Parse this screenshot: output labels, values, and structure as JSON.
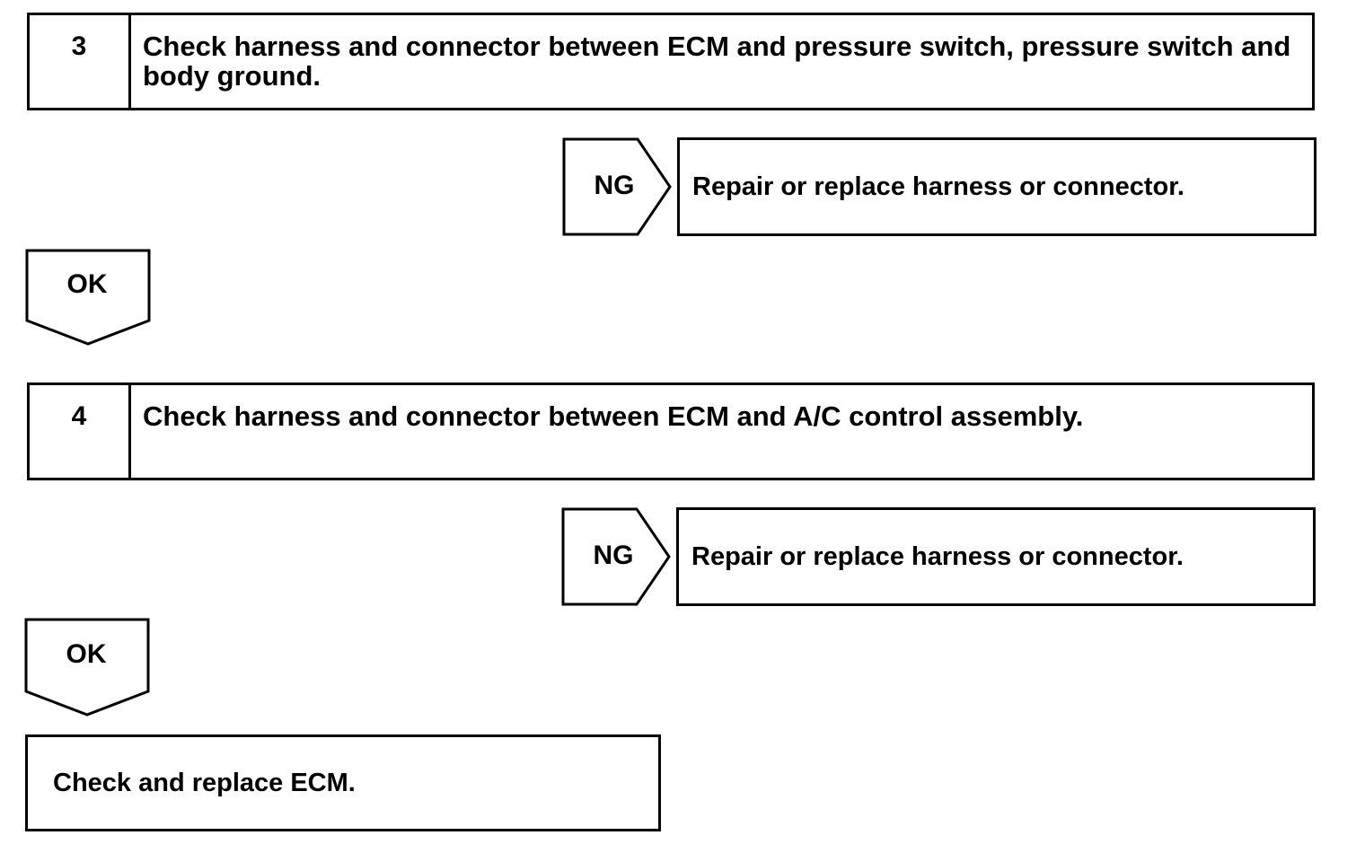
{
  "steps": [
    {
      "number": "3",
      "text": "Check harness and connector between ECM and pressure switch, pressure switch and body ground.",
      "ng_label": "NG",
      "ng_action": "Repair or replace harness or connector.",
      "ok_label": "OK"
    },
    {
      "number": "4",
      "text": "Check harness and connector between ECM and A/C control assembly.",
      "ng_label": "NG",
      "ng_action": "Repair or replace harness or connector.",
      "ok_label": "OK"
    }
  ],
  "final_action": "Check and replace ECM."
}
